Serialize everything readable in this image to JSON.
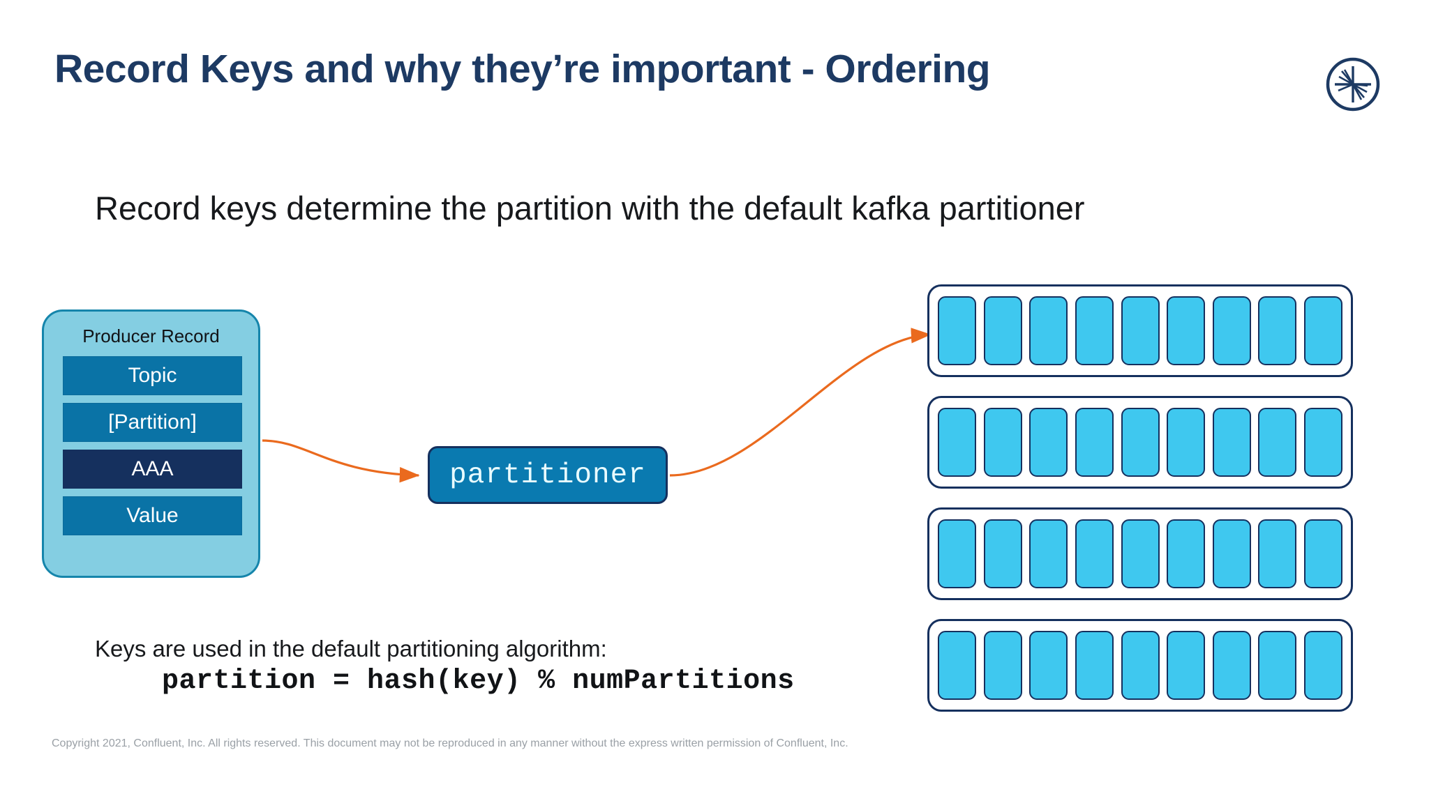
{
  "slide": {
    "title": "Record Keys and why they’re important - Ordering",
    "lead_text": "Record keys determine the partition with the default kafka partitioner",
    "title_color": "#1d3a63",
    "background_color": "#ffffff"
  },
  "brand": {
    "logo_name": "confluent-logo",
    "logo_color": "#1d3a63"
  },
  "producer_record": {
    "title": "Producer Record",
    "card_color": "#84cee2",
    "card_border_color": "#1585ab",
    "field_color": "#0a73a6",
    "highlight_color": "#15305e",
    "fields": [
      {
        "label": "Topic",
        "highlighted": false
      },
      {
        "label": "[Partition]",
        "highlighted": false
      },
      {
        "label": "AAA",
        "highlighted": true
      },
      {
        "label": "Value",
        "highlighted": false
      }
    ]
  },
  "partitioner": {
    "label": "partitioner",
    "fill_color": "#0a7ab0",
    "border_color": "#15305e",
    "text_color": "#e8fbff"
  },
  "arrows": {
    "color": "#ea6a1e",
    "items": [
      {
        "name": "record-to-partitioner-arrow"
      },
      {
        "name": "partitioner-to-partition-arrow"
      }
    ]
  },
  "partitions": {
    "cell_color": "#3fc8ef",
    "border_color": "#15305e",
    "row_count": 4,
    "cells_per_row": 9,
    "rows": [
      {
        "name": "partition-row-1",
        "cells": 9
      },
      {
        "name": "partition-row-2",
        "cells": 9
      },
      {
        "name": "partition-row-3",
        "cells": 9
      },
      {
        "name": "partition-row-4",
        "cells": 9
      }
    ]
  },
  "algorithm": {
    "caption": "Keys are used in the default partitioning algorithm:",
    "formula": "partition = hash(key) % numPartitions"
  },
  "footer": {
    "copyright": "Copyright 2021, Confluent, Inc. All rights reserved. This document may not be reproduced in any manner without the express written permission of Confluent, Inc."
  }
}
